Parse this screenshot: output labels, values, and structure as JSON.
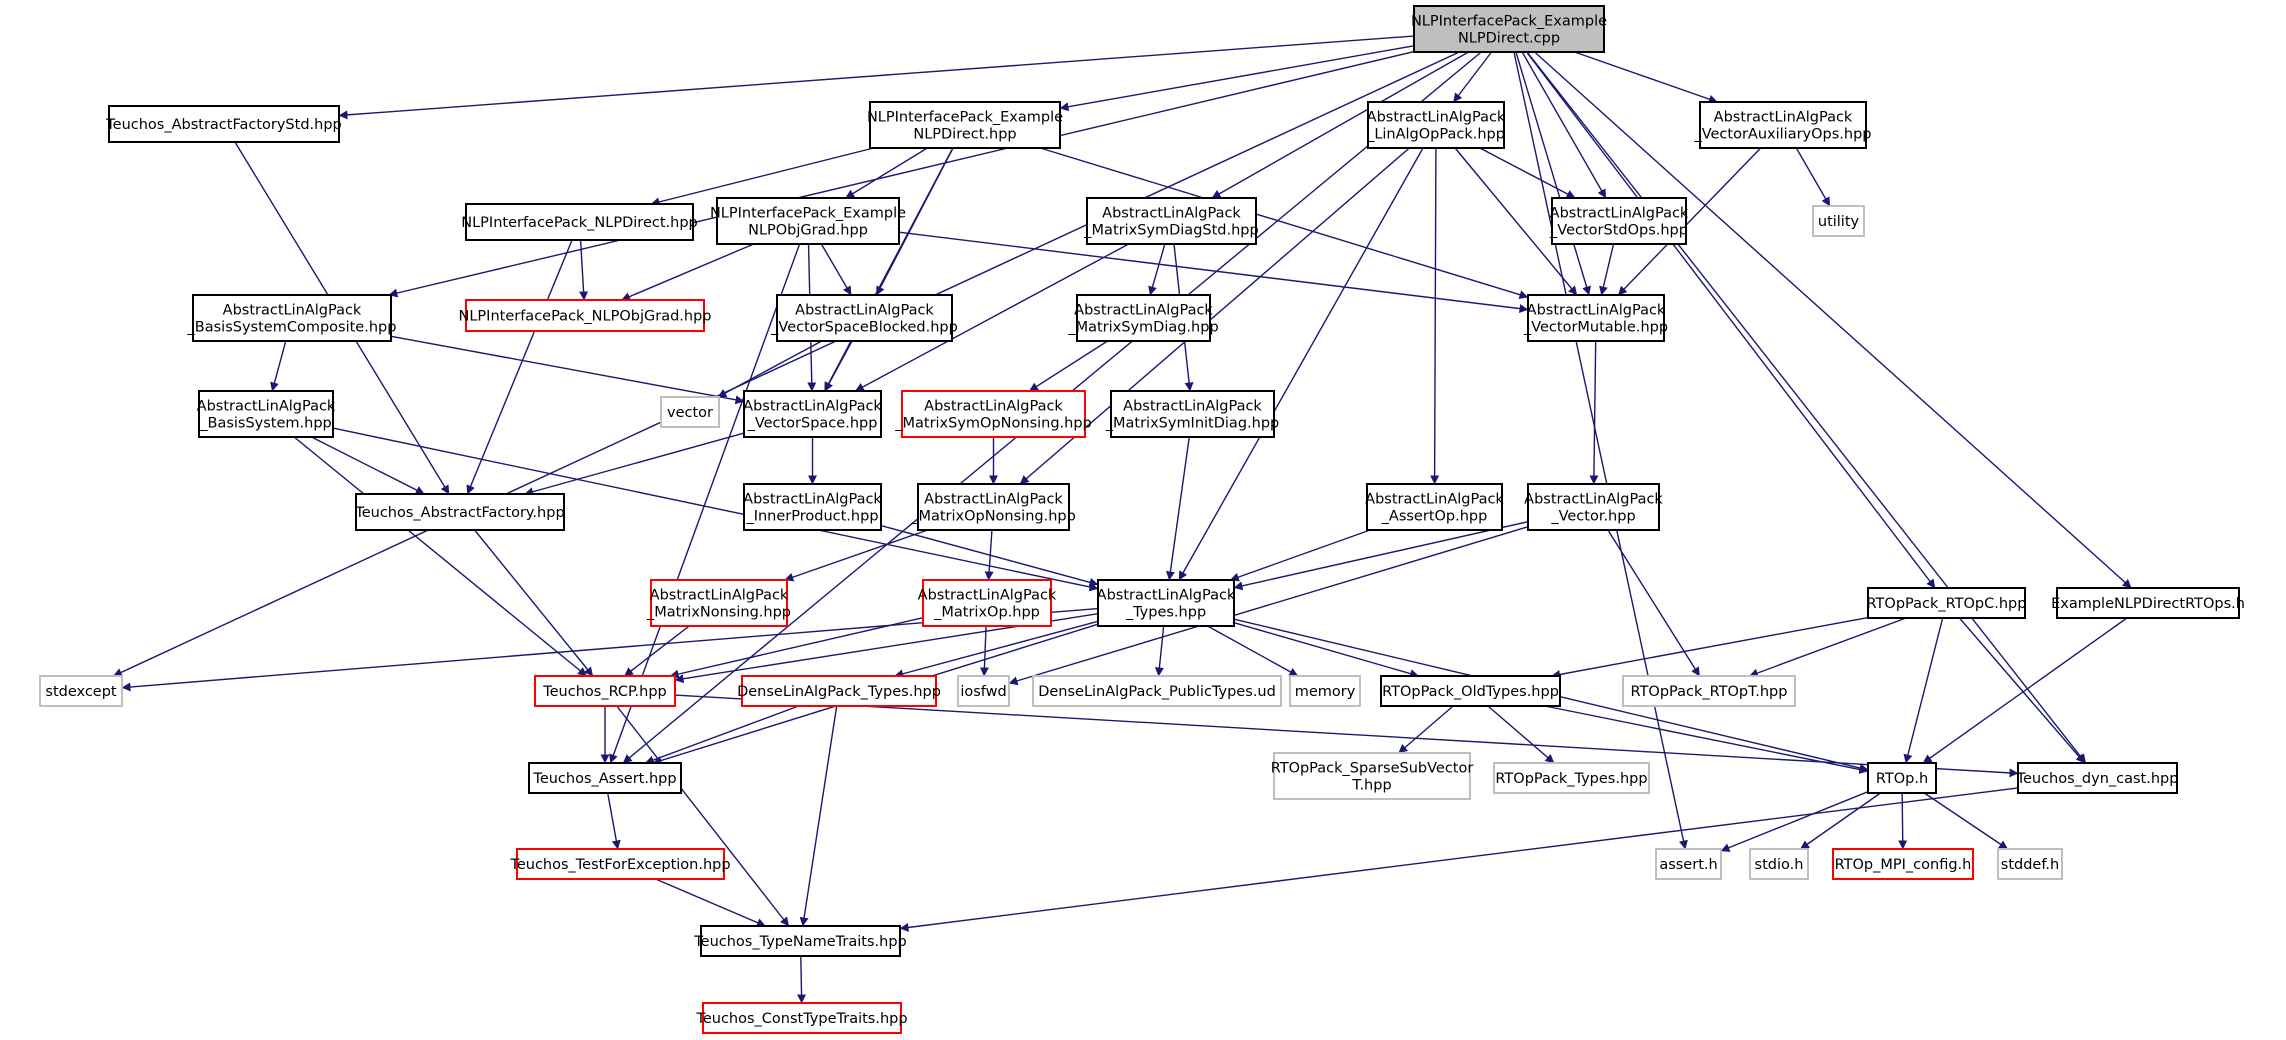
{
  "graph": {
    "edge_color": "#191970",
    "node_border_colors": {
      "normal": "#000000",
      "external": "#bfbfbf",
      "truncated": "#ff0000",
      "root_fill": "#bfbfbf"
    },
    "nodes": [
      {
        "id": "root",
        "lines": [
          "NLPInterfacePack_Example",
          "NLPDirect.cpp"
        ],
        "kind": "root"
      },
      {
        "id": "absfacstd",
        "lines": [
          "Teuchos_AbstractFactoryStd.hpp"
        ],
        "kind": "normal"
      },
      {
        "id": "exdirect",
        "lines": [
          "NLPInterfacePack_Example",
          "NLPDirect.hpp"
        ],
        "kind": "normal"
      },
      {
        "id": "linalgop",
        "lines": [
          "AbstractLinAlgPack",
          "_LinAlgOpPack.hpp"
        ],
        "kind": "normal"
      },
      {
        "id": "vecaux",
        "lines": [
          "AbstractLinAlgPack",
          "_VectorAuxiliaryOps.hpp"
        ],
        "kind": "normal"
      },
      {
        "id": "nlpdirect",
        "lines": [
          "NLPInterfacePack_NLPDirect.hpp"
        ],
        "kind": "normal"
      },
      {
        "id": "exobjgrad",
        "lines": [
          "NLPInterfacePack_Example",
          "NLPObjGrad.hpp"
        ],
        "kind": "normal"
      },
      {
        "id": "msdstd",
        "lines": [
          "AbstractLinAlgPack",
          "_MatrixSymDiagStd.hpp"
        ],
        "kind": "normal"
      },
      {
        "id": "vecstdops",
        "lines": [
          "AbstractLinAlgPack",
          "_VectorStdOps.hpp"
        ],
        "kind": "normal"
      },
      {
        "id": "utility",
        "lines": [
          "utility"
        ],
        "kind": "external"
      },
      {
        "id": "bscomp",
        "lines": [
          "AbstractLinAlgPack",
          "_BasisSystemComposite.hpp"
        ],
        "kind": "normal"
      },
      {
        "id": "nlpobjgrad",
        "lines": [
          "NLPInterfacePack_NLPObjGrad.hpp"
        ],
        "kind": "truncated"
      },
      {
        "id": "vsblocked",
        "lines": [
          "AbstractLinAlgPack",
          "_VectorSpaceBlocked.hpp"
        ],
        "kind": "normal"
      },
      {
        "id": "msymdiag",
        "lines": [
          "AbstractLinAlgPack",
          "_MatrixSymDiag.hpp"
        ],
        "kind": "normal"
      },
      {
        "id": "vecmut",
        "lines": [
          "AbstractLinAlgPack",
          "_VectorMutable.hpp"
        ],
        "kind": "normal"
      },
      {
        "id": "basissys",
        "lines": [
          "AbstractLinAlgPack",
          "_BasisSystem.hpp"
        ],
        "kind": "normal"
      },
      {
        "id": "vector",
        "lines": [
          "vector"
        ],
        "kind": "external"
      },
      {
        "id": "vecspace",
        "lines": [
          "AbstractLinAlgPack",
          "_VectorSpace.hpp"
        ],
        "kind": "normal"
      },
      {
        "id": "msymopns",
        "lines": [
          "AbstractLinAlgPack",
          "_MatrixSymOpNonsing.hpp"
        ],
        "kind": "truncated"
      },
      {
        "id": "msyminit",
        "lines": [
          "AbstractLinAlgPack",
          "_MatrixSymInitDiag.hpp"
        ],
        "kind": "normal"
      },
      {
        "id": "absfac",
        "lines": [
          "Teuchos_AbstractFactory.hpp"
        ],
        "kind": "normal"
      },
      {
        "id": "innerprod",
        "lines": [
          "AbstractLinAlgPack",
          "_InnerProduct.hpp"
        ],
        "kind": "normal"
      },
      {
        "id": "mopns",
        "lines": [
          "AbstractLinAlgPack",
          "_MatrixOpNonsing.hpp"
        ],
        "kind": "normal"
      },
      {
        "id": "assertop",
        "lines": [
          "AbstractLinAlgPack",
          "_AssertOp.hpp"
        ],
        "kind": "normal"
      },
      {
        "id": "vecdot",
        "lines": [
          "AbstractLinAlgPack",
          "_Vector.hpp"
        ],
        "kind": "normal"
      },
      {
        "id": "mnonsing",
        "lines": [
          "AbstractLinAlgPack",
          "_MatrixNonsing.hpp"
        ],
        "kind": "truncated"
      },
      {
        "id": "mop",
        "lines": [
          "AbstractLinAlgPack",
          "_MatrixOp.hpp"
        ],
        "kind": "truncated"
      },
      {
        "id": "types",
        "lines": [
          "AbstractLinAlgPack",
          "_Types.hpp"
        ],
        "kind": "normal"
      },
      {
        "id": "rtopc",
        "lines": [
          "RTOpPack_RTOpC.hpp"
        ],
        "kind": "normal"
      },
      {
        "id": "exrtops",
        "lines": [
          "ExampleNLPDirectRTOps.h"
        ],
        "kind": "normal"
      },
      {
        "id": "stdexcept",
        "lines": [
          "stdexcept"
        ],
        "kind": "external"
      },
      {
        "id": "rcp",
        "lines": [
          "Teuchos_RCP.hpp"
        ],
        "kind": "truncated"
      },
      {
        "id": "densetypes",
        "lines": [
          "DenseLinAlgPack_Types.hpp"
        ],
        "kind": "truncated"
      },
      {
        "id": "iosfwd",
        "lines": [
          "iosfwd"
        ],
        "kind": "external"
      },
      {
        "id": "densepub",
        "lines": [
          "DenseLinAlgPack_PublicTypes.ud"
        ],
        "kind": "external"
      },
      {
        "id": "memory",
        "lines": [
          "memory"
        ],
        "kind": "external"
      },
      {
        "id": "oldtypes",
        "lines": [
          "RTOpPack_OldTypes.hpp"
        ],
        "kind": "normal"
      },
      {
        "id": "rtopt",
        "lines": [
          "RTOpPack_RTOpT.hpp"
        ],
        "kind": "external"
      },
      {
        "id": "tassert",
        "lines": [
          "Teuchos_Assert.hpp"
        ],
        "kind": "normal"
      },
      {
        "id": "sparsesub",
        "lines": [
          "RTOpPack_SparseSubVector",
          "T.hpp"
        ],
        "kind": "external"
      },
      {
        "id": "rtoptypes",
        "lines": [
          "RTOpPack_Types.hpp"
        ],
        "kind": "external"
      },
      {
        "id": "rtoph",
        "lines": [
          "RTOp.h"
        ],
        "kind": "normal"
      },
      {
        "id": "dyncast",
        "lines": [
          "Teuchos_dyn_cast.hpp"
        ],
        "kind": "normal"
      },
      {
        "id": "testexc",
        "lines": [
          "Teuchos_TestForException.hpp"
        ],
        "kind": "truncated"
      },
      {
        "id": "asserth",
        "lines": [
          "assert.h"
        ],
        "kind": "external"
      },
      {
        "id": "stdioh",
        "lines": [
          "stdio.h"
        ],
        "kind": "external"
      },
      {
        "id": "mpiconf",
        "lines": [
          "RTOp_MPI_config.h"
        ],
        "kind": "truncated"
      },
      {
        "id": "stddefh",
        "lines": [
          "stddef.h"
        ],
        "kind": "external"
      },
      {
        "id": "typename",
        "lines": [
          "Teuchos_TypeNameTraits.hpp"
        ],
        "kind": "normal"
      },
      {
        "id": "consttype",
        "lines": [
          "Teuchos_ConstTypeTraits.hpp"
        ],
        "kind": "truncated"
      }
    ],
    "edges": [
      [
        "root",
        "absfacstd"
      ],
      [
        "root",
        "exdirect"
      ],
      [
        "root",
        "linalgop"
      ],
      [
        "root",
        "vecaux"
      ],
      [
        "root",
        "bscomp"
      ],
      [
        "root",
        "msdstd"
      ],
      [
        "root",
        "vecstdops"
      ],
      [
        "root",
        "vecmut"
      ],
      [
        "root",
        "stdexcept"
      ],
      [
        "root",
        "tassert"
      ],
      [
        "root",
        "asserth"
      ],
      [
        "root",
        "rtopc"
      ],
      [
        "root",
        "exrtops"
      ],
      [
        "root",
        "dyncast"
      ],
      [
        "absfacstd",
        "absfac"
      ],
      [
        "exdirect",
        "nlpdirect"
      ],
      [
        "exdirect",
        "exobjgrad"
      ],
      [
        "exdirect",
        "vsblocked"
      ],
      [
        "exdirect",
        "vecspace"
      ],
      [
        "exdirect",
        "vecmut"
      ],
      [
        "linalgop",
        "vecstdops"
      ],
      [
        "linalgop",
        "vecmut"
      ],
      [
        "linalgop",
        "types"
      ],
      [
        "linalgop",
        "assertop"
      ],
      [
        "linalgop",
        "mopns"
      ],
      [
        "vecaux",
        "utility"
      ],
      [
        "vecaux",
        "vecmut"
      ],
      [
        "nlpdirect",
        "nlpobjgrad"
      ],
      [
        "nlpdirect",
        "absfac"
      ],
      [
        "exobjgrad",
        "nlpobjgrad"
      ],
      [
        "exobjgrad",
        "vsblocked"
      ],
      [
        "exobjgrad",
        "vecspace"
      ],
      [
        "exobjgrad",
        "vecmut"
      ],
      [
        "exobjgrad",
        "tassert"
      ],
      [
        "msdstd",
        "msymdiag"
      ],
      [
        "msdstd",
        "msyminit"
      ],
      [
        "msdstd",
        "vecspace"
      ],
      [
        "vecstdops",
        "vecmut"
      ],
      [
        "bscomp",
        "basissys"
      ],
      [
        "bscomp",
        "vecspace"
      ],
      [
        "vsblocked",
        "vecspace"
      ],
      [
        "vsblocked",
        "vector"
      ],
      [
        "msymdiag",
        "msymopns"
      ],
      [
        "vecmut",
        "vecdot"
      ],
      [
        "basissys",
        "absfac"
      ],
      [
        "basissys",
        "types"
      ],
      [
        "basissys",
        "rcp"
      ],
      [
        "vecspace",
        "absfac"
      ],
      [
        "vecspace",
        "innerprod"
      ],
      [
        "msymopns",
        "mopns"
      ],
      [
        "msyminit",
        "types"
      ],
      [
        "absfac",
        "rcp"
      ],
      [
        "innerprod",
        "types"
      ],
      [
        "mopns",
        "mnonsing"
      ],
      [
        "mopns",
        "mop"
      ],
      [
        "assertop",
        "types"
      ],
      [
        "vecdot",
        "types"
      ],
      [
        "vecdot",
        "rtopt"
      ],
      [
        "vecdot",
        "iosfwd"
      ],
      [
        "mnonsing",
        "rcp"
      ],
      [
        "mop",
        "rcp"
      ],
      [
        "mop",
        "iosfwd"
      ],
      [
        "types",
        "stdexcept"
      ],
      [
        "types",
        "rcp"
      ],
      [
        "types",
        "densetypes"
      ],
      [
        "types",
        "densepub"
      ],
      [
        "types",
        "memory"
      ],
      [
        "types",
        "oldtypes"
      ],
      [
        "types",
        "rtoph"
      ],
      [
        "types",
        "tassert"
      ],
      [
        "rtopc",
        "oldtypes"
      ],
      [
        "rtopc",
        "rtopt"
      ],
      [
        "rtopc",
        "rtoph"
      ],
      [
        "rtopc",
        "dyncast"
      ],
      [
        "exrtops",
        "rtoph"
      ],
      [
        "rcp",
        "tassert"
      ],
      [
        "rcp",
        "typename"
      ],
      [
        "rcp",
        "dyncast"
      ],
      [
        "densetypes",
        "tassert"
      ],
      [
        "densetypes",
        "typename"
      ],
      [
        "oldtypes",
        "sparsesub"
      ],
      [
        "oldtypes",
        "rtoptypes"
      ],
      [
        "oldtypes",
        "rtoph"
      ],
      [
        "tassert",
        "testexc"
      ],
      [
        "rtoph",
        "asserth"
      ],
      [
        "rtoph",
        "stdioh"
      ],
      [
        "rtoph",
        "mpiconf"
      ],
      [
        "rtoph",
        "stddefh"
      ],
      [
        "dyncast",
        "typename"
      ],
      [
        "testexc",
        "typename"
      ],
      [
        "typename",
        "consttype"
      ]
    ]
  }
}
